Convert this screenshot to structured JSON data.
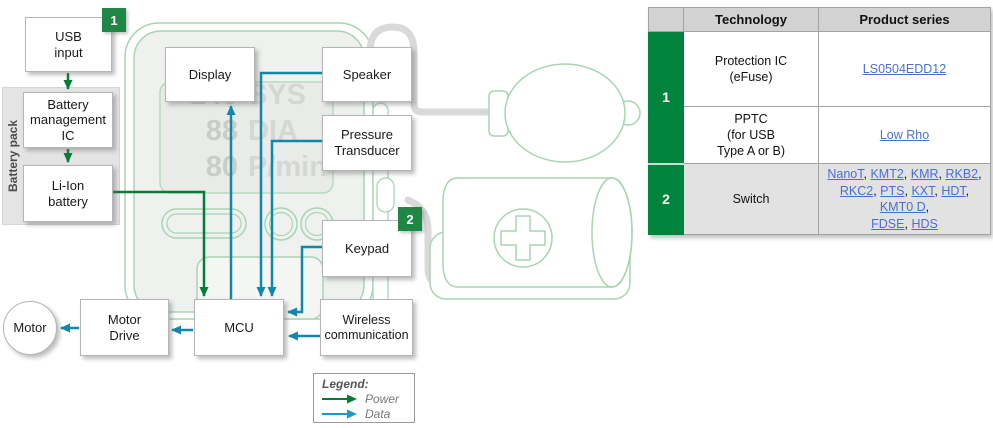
{
  "colors": {
    "table_green": "#00843d",
    "badge_green": "#1f8745",
    "power_arrow_green": "#0a7a3a",
    "data_arrow_teal": "#1188aa",
    "outline_green": "#a9d4b4",
    "link_blue": "#4a6fd4",
    "header_gray": "#d2d2d2",
    "switch_row_gray": "#e2e2e2"
  },
  "diagram": {
    "badge1": "1",
    "badge2": "2",
    "battery_pack": "Battery pack",
    "boxes": {
      "usb": "USB\ninput",
      "bmic": "Battery\nmanagement\nIC",
      "liion": "Li-Ion\nbattery",
      "display": "Display",
      "speaker": "Speaker",
      "pressure": "Pressure\nTransducer",
      "keypad": "Keypad",
      "mcu": "MCU",
      "motor_drive": "Motor\nDrive",
      "wireless": "Wireless\ncommunication",
      "motor": "Motor"
    },
    "screen": {
      "rows": [
        {
          "value": "140",
          "unit": "SYS"
        },
        {
          "value": "88",
          "unit": "DIA"
        },
        {
          "value": "80",
          "unit": "P/min"
        }
      ]
    },
    "legend": {
      "title": "Legend:",
      "items": [
        {
          "label": "Power"
        },
        {
          "label": "Data"
        }
      ]
    }
  },
  "table": {
    "headers": {
      "num": "",
      "technology": "Technology",
      "product": "Product series"
    },
    "rows": [
      {
        "num": "1",
        "technology": "Protection IC\n(eFuse)",
        "link": "LS0504EDD12"
      },
      {
        "technology": "PPTC\n(for USB\nType A or B)",
        "link": "Low Rho"
      },
      {
        "num": "2",
        "technology": "Switch",
        "links_lines": [
          [
            "NanoT",
            "KMT2",
            "KMR",
            "RKB2"
          ],
          [
            "RKC2",
            "PTS",
            "KXT",
            "HDT"
          ],
          [
            "KMT0 D"
          ],
          [
            "FDSE",
            "HDS"
          ]
        ]
      }
    ]
  }
}
